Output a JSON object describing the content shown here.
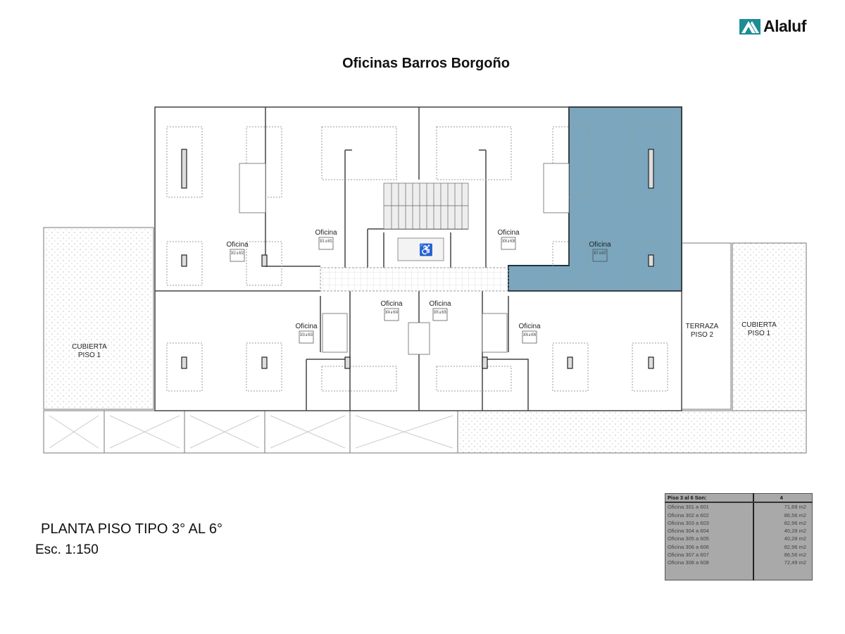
{
  "brand": {
    "name": "Alaluf",
    "color": "#1d8c96"
  },
  "title": "Oficinas Barros Borgoño",
  "plan": {
    "name": "PLANTA PISO TIPO 3° AL 6°",
    "scale": "Esc. 1:150",
    "highlight_color": "#7ba6bd",
    "office_label": "Oficina",
    "offices": [
      {
        "id": "301",
        "code": "301 a 601"
      },
      {
        "id": "302",
        "code": "302 a 602"
      },
      {
        "id": "303",
        "code": "303 a 603"
      },
      {
        "id": "304",
        "code": "304 a 604"
      },
      {
        "id": "305",
        "code": "305 a 605"
      },
      {
        "id": "306",
        "code": "306 a 606"
      },
      {
        "id": "307",
        "code": "307 a 607",
        "highlighted": true
      },
      {
        "id": "308",
        "code": "308 a 608"
      }
    ],
    "areas": {
      "cubierta_left": [
        "CUBIERTA",
        "PISO 1"
      ],
      "terraza": [
        "TERRAZA",
        "PISO 2"
      ],
      "cubierta_right": [
        "CUBIERTA",
        "PISO 1"
      ]
    }
  },
  "area_table": {
    "header": {
      "label": "Piso 3 al 6   Son:",
      "value": "4"
    },
    "rows": [
      {
        "label": "Oficina 301 a 601",
        "value": "71,68 m2"
      },
      {
        "label": "Oficina 302 a 602",
        "value": "86,56 m2"
      },
      {
        "label": "Oficina 303 a 603",
        "value": "82,96 m2"
      },
      {
        "label": "Oficina 304 a 604",
        "value": "40,28 m2"
      },
      {
        "label": "Oficina 305 a 605",
        "value": "40,28 m2"
      },
      {
        "label": "Oficina 306 a 606",
        "value": "82,96 m2"
      },
      {
        "label": "Oficina 307 a 607",
        "value": "86,56 m2"
      },
      {
        "label": "Oficina 308 a 608",
        "value": "72,49 m2"
      }
    ]
  }
}
